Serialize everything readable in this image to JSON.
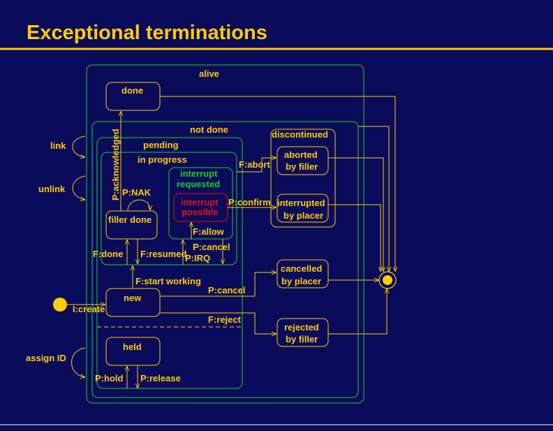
{
  "title": "Exceptional terminations",
  "colors": {
    "background": "#0b0b5c",
    "accent": "#ffcc00",
    "region": "#22cc22",
    "highlight": "#ee1111"
  },
  "regions": {
    "alive": "alive",
    "not_done": "not done",
    "pending": "pending",
    "in_progress": "in progress",
    "discontinued": "discontinued",
    "interrupt_requested": [
      "interrupt",
      "requested"
    ],
    "interrupt_possible": [
      "interrupt",
      "possible"
    ]
  },
  "states": {
    "done": "done",
    "filler_done": "filler done",
    "new": "new",
    "held": "held",
    "aborted_by_filler": [
      "aborted",
      "by filler"
    ],
    "interrupted_by_placer": [
      "interrupted",
      "by placer"
    ],
    "cancelled_by_placer": [
      "cancelled",
      "by placer"
    ],
    "rejected_by_filler": [
      "rejected",
      "by filler"
    ]
  },
  "self_transitions": {
    "link": "link",
    "unlink": "unlink",
    "assign_id": "assign ID"
  },
  "transitions": {
    "p_acknowledged": "P:acknowledged",
    "p_nak": "P:NAK",
    "f_abort": "F:abort",
    "p_confirm": "P:confirm",
    "f_allow": "F:allow",
    "p_cancel_irq": "P:cancel",
    "p_irq": "P:IRQ",
    "f_done": "F:done",
    "f_resumed": "F:resumed",
    "f_start_working": "F:start working",
    "p_cancel": "P:cancel",
    "f_reject": "F:reject",
    "i_create": "I:create",
    "p_hold": "P:hold",
    "p_release": "P:release"
  }
}
